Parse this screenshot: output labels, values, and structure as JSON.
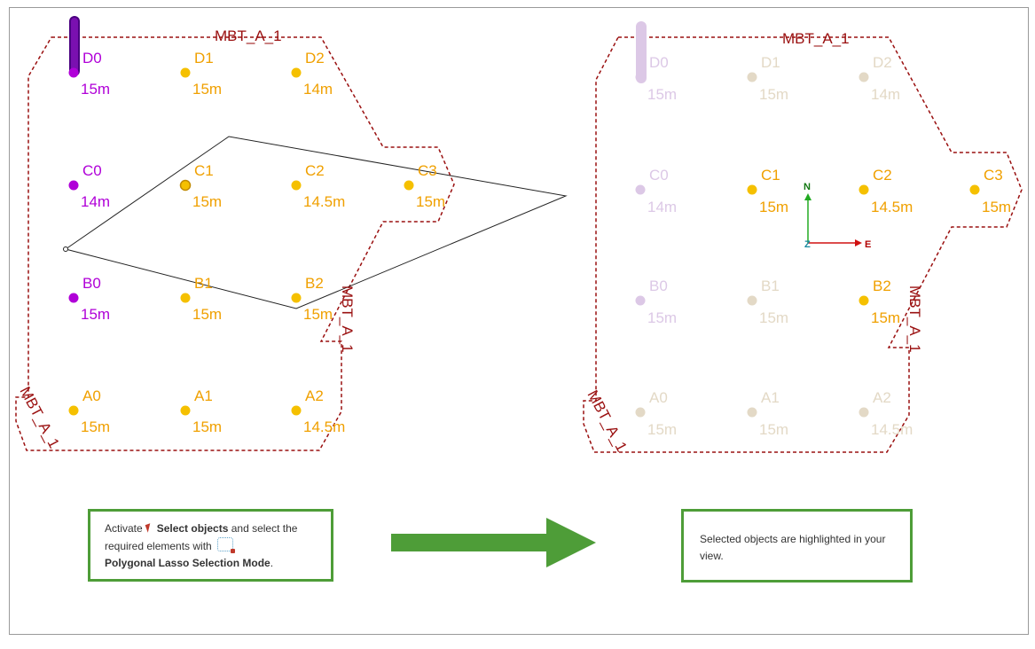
{
  "left_view": {
    "outline_label": "MBT_A_1",
    "side_label": "MBT_A_1",
    "corner_label": "MBT_A_1",
    "points": [
      {
        "id": "D0",
        "height": "15m",
        "state": "selected"
      },
      {
        "id": "D1",
        "height": "15m",
        "state": "normal"
      },
      {
        "id": "D2",
        "height": "14m",
        "state": "normal"
      },
      {
        "id": "C0",
        "height": "14m",
        "state": "selected"
      },
      {
        "id": "C1",
        "height": "15m",
        "state": "normal"
      },
      {
        "id": "C2",
        "height": "14.5m",
        "state": "normal"
      },
      {
        "id": "C3",
        "height": "15m",
        "state": "normal"
      },
      {
        "id": "B0",
        "height": "15m",
        "state": "selected"
      },
      {
        "id": "B1",
        "height": "15m",
        "state": "normal"
      },
      {
        "id": "B2",
        "height": "15m",
        "state": "normal"
      },
      {
        "id": "A0",
        "height": "15m",
        "state": "normal"
      },
      {
        "id": "A1",
        "height": "15m",
        "state": "normal"
      },
      {
        "id": "A2",
        "height": "14.5m",
        "state": "normal"
      }
    ]
  },
  "right_view": {
    "outline_label": "MBT_A_1",
    "side_label": "MBT_A_1",
    "corner_label": "MBT_A_1",
    "axis": {
      "north": "N",
      "east": "E",
      "z": "Z"
    },
    "points": [
      {
        "id": "D0",
        "height": "15m",
        "state": "faded-purple"
      },
      {
        "id": "D1",
        "height": "15m",
        "state": "faded"
      },
      {
        "id": "D2",
        "height": "14m",
        "state": "faded"
      },
      {
        "id": "C0",
        "height": "14m",
        "state": "faded-purple"
      },
      {
        "id": "C1",
        "height": "15m",
        "state": "highlighted"
      },
      {
        "id": "C2",
        "height": "14.5m",
        "state": "highlighted"
      },
      {
        "id": "C3",
        "height": "15m",
        "state": "highlighted"
      },
      {
        "id": "B0",
        "height": "15m",
        "state": "faded-purple"
      },
      {
        "id": "B1",
        "height": "15m",
        "state": "faded"
      },
      {
        "id": "B2",
        "height": "15m",
        "state": "highlighted"
      },
      {
        "id": "A0",
        "height": "15m",
        "state": "faded"
      },
      {
        "id": "A1",
        "height": "15m",
        "state": "faded"
      },
      {
        "id": "A2",
        "height": "14.5m",
        "state": "faded"
      }
    ]
  },
  "colors": {
    "normal": "#f0a000",
    "dot_normal": "#f5c000",
    "selected": "#b000d8",
    "faded": "#e3d9c6",
    "faded_purple": "#dcc8e6",
    "boundary": "#9a1010",
    "note_border": "#4e9d38",
    "arrow": "#4e9d38"
  },
  "note_left": {
    "prefix": "Activate",
    "bold1": "Select objects",
    "mid": "and select the required elements with",
    "bold2": "Polygonal Lasso Selection Mode",
    "suffix": "."
  },
  "note_right": {
    "text": "Selected objects are highlighted in your view."
  }
}
